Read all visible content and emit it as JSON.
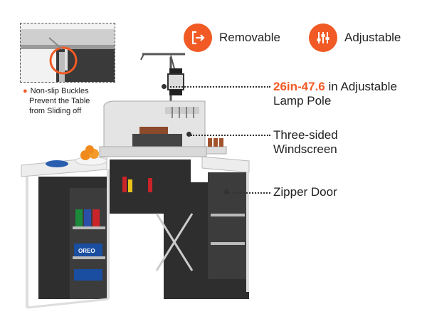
{
  "badges": {
    "removable": {
      "label": "Removable",
      "icon": "exit-arrow-icon"
    },
    "adjustable": {
      "label": "Adjustable",
      "icon": "sliders-icon"
    }
  },
  "inset": {
    "caption_line1": "Non-slip Buckles",
    "caption_line2": "Prevent the Table",
    "caption_line3": "from Sliding off"
  },
  "callouts": {
    "lamp_pole": {
      "highlight": "26in-47.6",
      "line1_rest": " in Adjustable",
      "line2": "Lamp Pole"
    },
    "windscreen": {
      "line1": "Three-sided",
      "line2": "Windscreen"
    },
    "zipper": {
      "line1": "Zipper Door"
    }
  },
  "product": {
    "snack_brand": "OREO"
  },
  "colors": {
    "accent": "#f15a24",
    "text": "#222222",
    "table_top": "#ededed",
    "cabinet": "#2e2e2e"
  }
}
